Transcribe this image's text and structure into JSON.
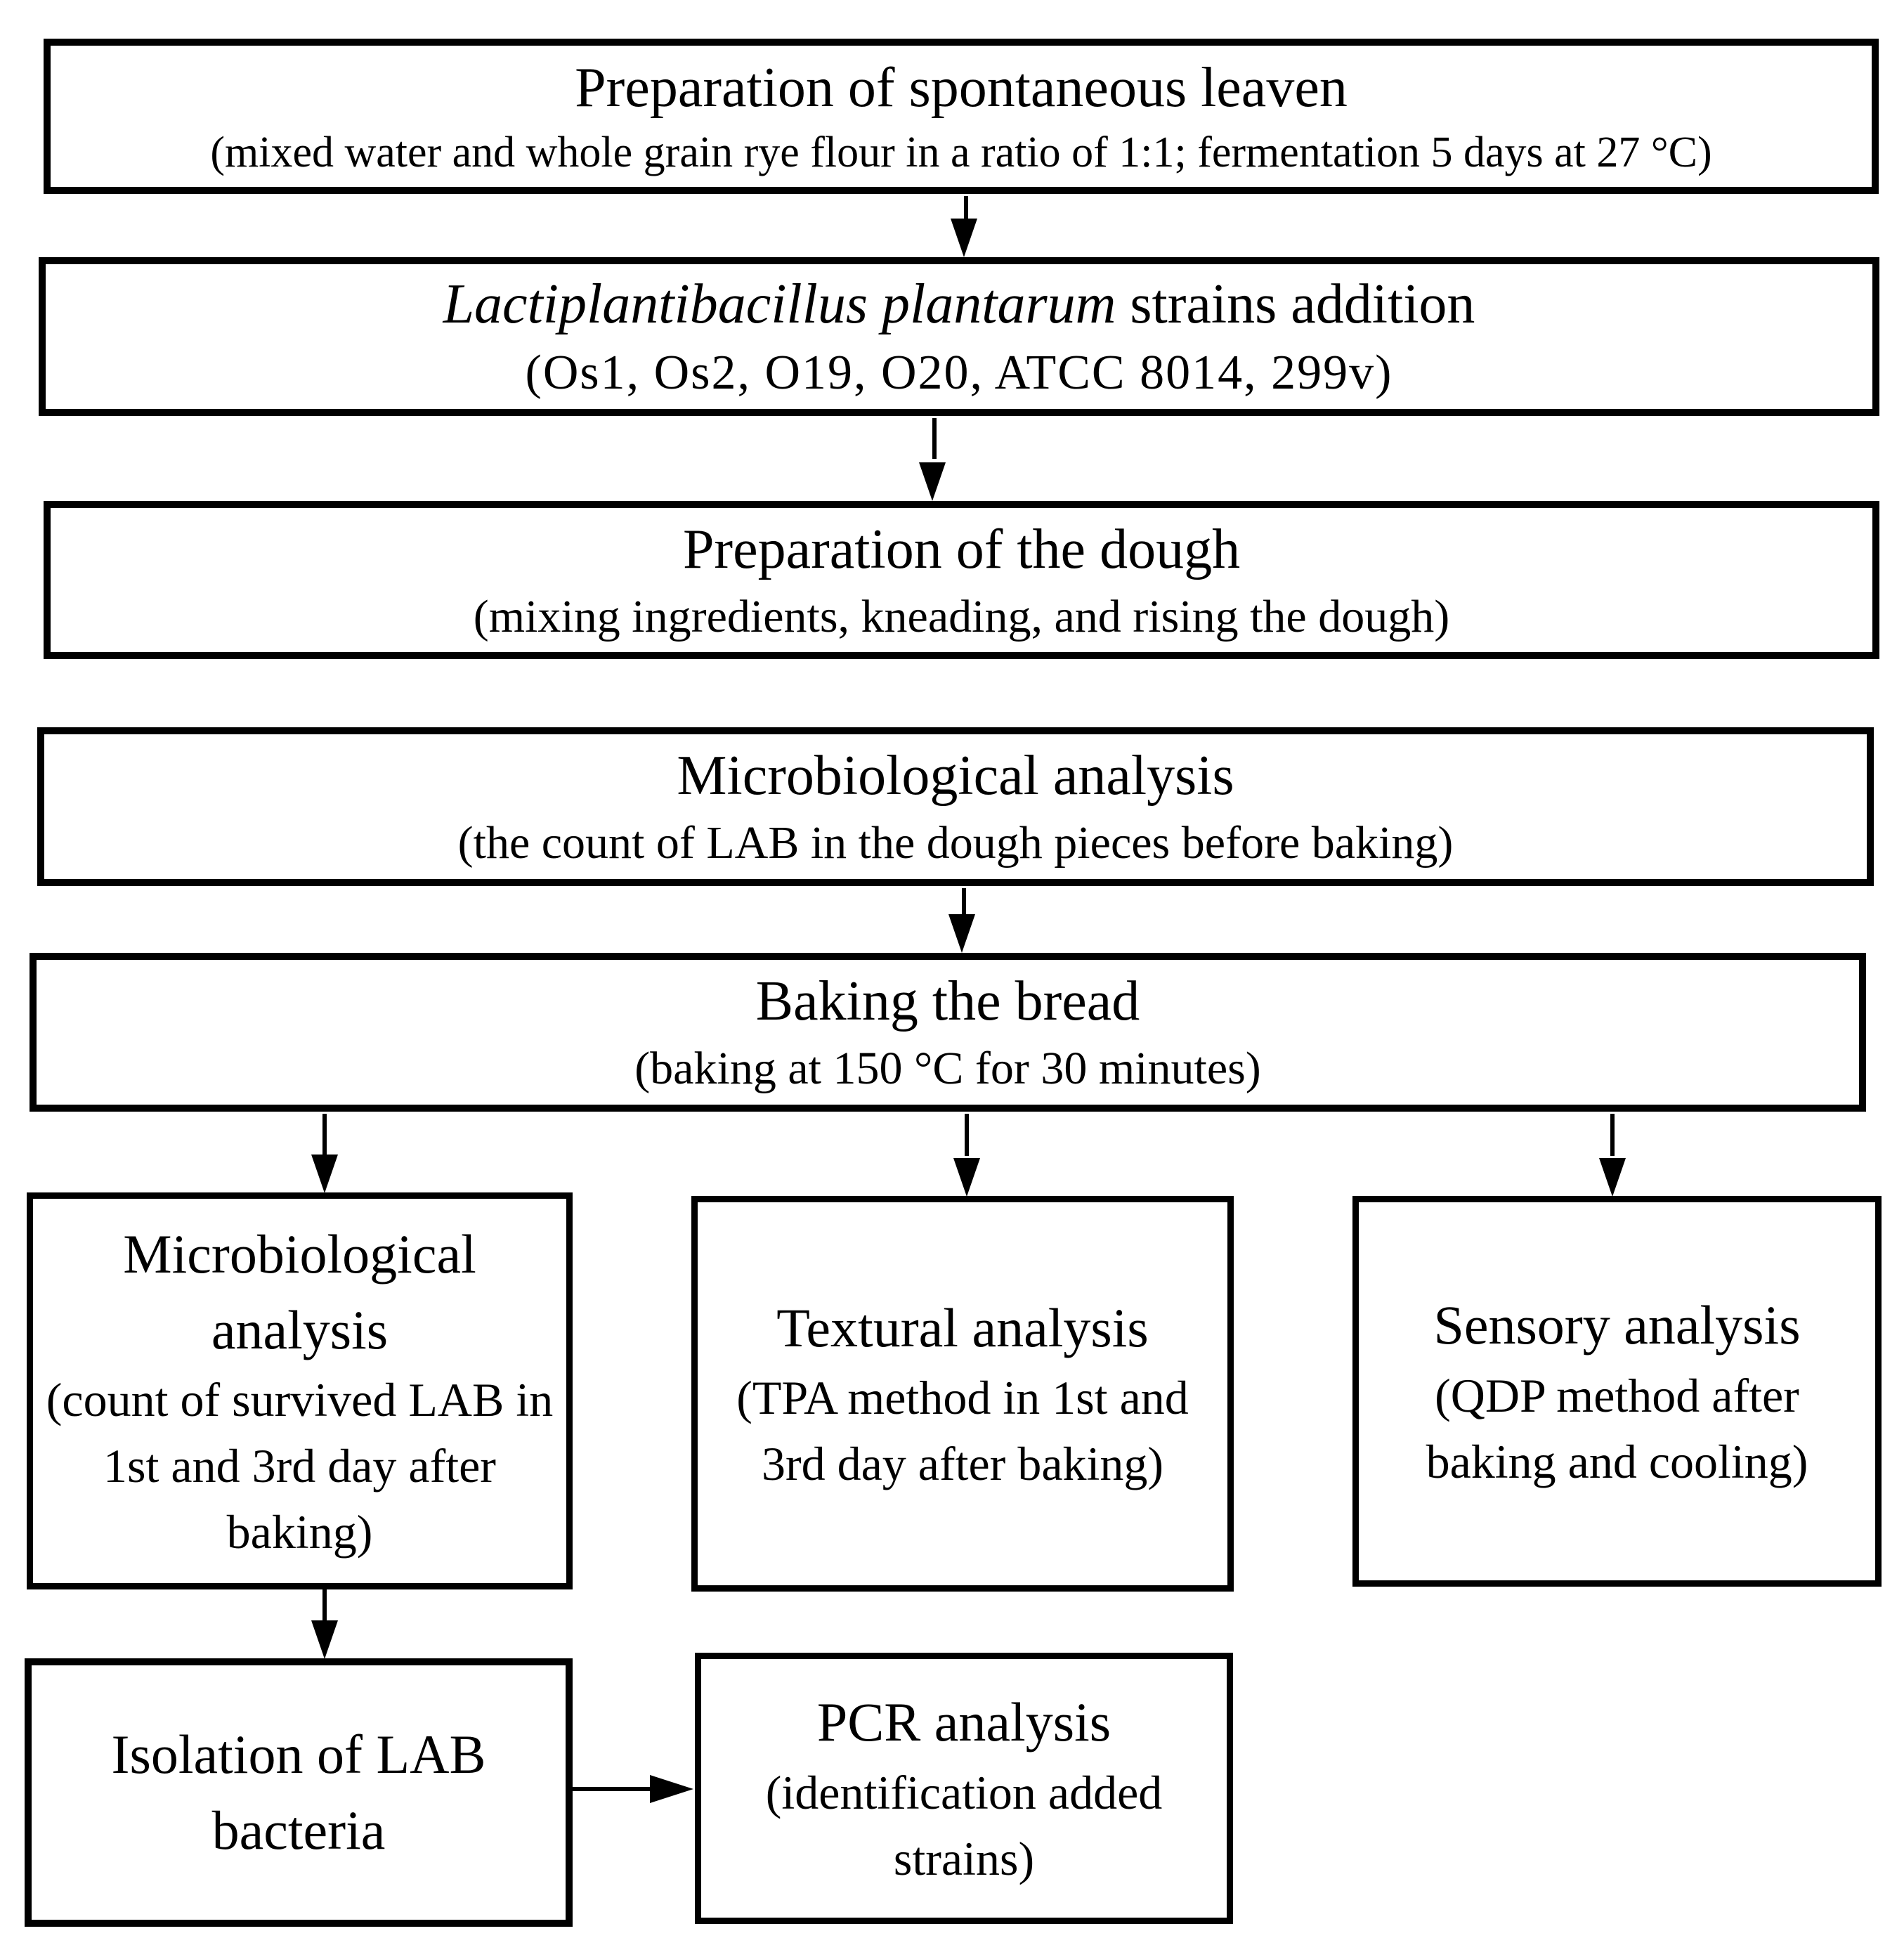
{
  "diagram": {
    "background": "#ffffff",
    "line_color": "#000000",
    "boxes": {
      "leaven": {
        "title": "Preparation of spontaneous leaven",
        "subtitle": "(mixed water and whole grain rye flour in a ratio of 1:1; fermentation 5 days at 27 °C)"
      },
      "strains": {
        "title_italic": "Lactiplantibacillus plantarum",
        "title_rest": " strains addition",
        "subtitle": "(Os1, Os2, O19, O20, ATCC 8014, 299v)"
      },
      "dough": {
        "title": "Preparation of the dough",
        "subtitle": "(mixing ingredients, kneading, and rising the dough)"
      },
      "micro_dough": {
        "title": "Microbiological analysis",
        "subtitle": "(the count of LAB in the dough pieces before baking)"
      },
      "baking": {
        "title": "Baking the bread",
        "subtitle": "(baking at 150 °C for 30 minutes)"
      },
      "micro_bread": {
        "title": "Microbiological analysis",
        "subtitle": "(count of survived LAB in 1st and 3rd day after baking)"
      },
      "textural": {
        "title": "Textural analysis",
        "subtitle": "(TPA method in 1st and 3rd day after baking)"
      },
      "sensory": {
        "title": "Sensory analysis",
        "subtitle": "(QDP method after baking and cooling)"
      },
      "isolation": {
        "title": "Isolation of LAB bacteria"
      },
      "pcr": {
        "title": "PCR analysis",
        "subtitle": "(identification added strains)"
      }
    },
    "edges": [
      {
        "from": "leaven",
        "to": "strains"
      },
      {
        "from": "strains",
        "to": "dough"
      },
      {
        "from": "micro_dough",
        "to": "baking"
      },
      {
        "from": "baking",
        "to": "micro_bread"
      },
      {
        "from": "baking",
        "to": "textural"
      },
      {
        "from": "baking",
        "to": "sensory"
      },
      {
        "from": "micro_bread",
        "to": "isolation"
      },
      {
        "from": "isolation",
        "to": "pcr"
      }
    ]
  }
}
